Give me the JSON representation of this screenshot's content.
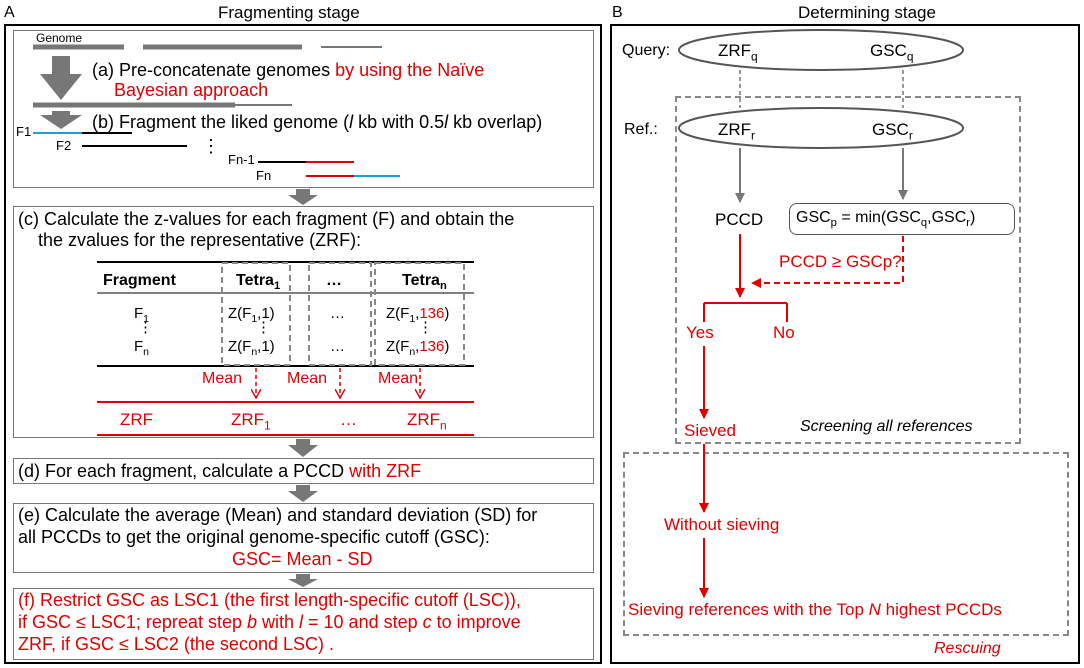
{
  "panel_a": {
    "letter": "A",
    "title": "Fragmenting stage",
    "genome_label": "Genome",
    "step_a_prefix": "(a) Pre-concatenate genomes",
    "step_a_red_1": " by using the Naïve",
    "step_a_red_2": "Bayesian approach",
    "step_b_text_1": "(b) Fragment the liked genome (",
    "step_b_l1": "l",
    "step_b_text_2": " kb with 0.5",
    "step_b_l2": "l",
    "step_b_text_3": " kb overlap)",
    "frag_labels": [
      "F1",
      "F2",
      "Fn-1",
      "Fn"
    ],
    "vdots": "⋮",
    "step_c_line1": "(c) Calculate the z-values for each fragment (F) and obtain the",
    "step_c_line2": "the zvalues for the representative (ZRF):",
    "table": {
      "header_fragment": "Fragment",
      "header_tetra1": "Tetra",
      "header_tetra1_sub": "1",
      "header_dots": "…",
      "header_tetran": "Tetra",
      "header_tetran_sub": "n",
      "row1_frag": "F",
      "row1_frag_sub": "1",
      "row2_frag": "F",
      "row2_frag_sub": "n",
      "z_open": "Z(F",
      "z_sub1": "1",
      "z_subn": "n",
      "z_one": ",1)",
      "z_red_136": "136",
      "z_close": ")",
      "z_comma": ",",
      "dots": "…",
      "mean_label": "Mean",
      "zrf_row": [
        "ZRF",
        "ZRF",
        "…",
        "ZRF"
      ],
      "zrf_sub_1": "1",
      "zrf_sub_n": "n"
    },
    "step_d_prefix": "(d) For each fragment, calculate a  PCCD",
    "step_d_red": " with ZRF",
    "step_e_line1": "(e) Calculate the average (Mean) and standard deviation (SD) for",
    "step_e_line2": "all PCCDs to get the original genome-specific cutoff (GSC):",
    "step_e_formula": "GSC= Mean - SD",
    "step_f_line1": "(f) Restrict GSC as LSC1 (the first length-specific cutoff (LSC)),",
    "step_f_line2a": "if GSC  ≤  LSC1; repreat step ",
    "step_f_b": "b",
    "step_f_line2b": " with ",
    "step_f_l": "l",
    "step_f_line2c": "  = 10 and step ",
    "step_f_c": "c",
    "step_f_line2d": " to improve",
    "step_f_line3": "ZRF, if GSC  ≤  LSC2 (the second LSC) ."
  },
  "panel_b": {
    "letter": "B",
    "title": "Determining stage",
    "query_label": "Query:",
    "ref_label": "Ref.:",
    "zrf_q": "ZRF",
    "zrf_q_sub": "q",
    "gsc_q": "GSC",
    "gsc_q_sub": "q",
    "zrf_r": "ZRF",
    "zrf_r_sub": "r",
    "gsc_r": "GSC",
    "gsc_r_sub": "r",
    "pccd": "PCCD",
    "gscp_formula_a": "GSC",
    "gscp_formula_p": "p",
    "gscp_formula_b": " = min(GSC",
    "gscp_formula_q": "q",
    "gscp_formula_c": ",GSC",
    "gscp_formula_r": "r",
    "gscp_formula_d": ")",
    "condition": "PCCD ≥ GSCp?",
    "yes": "Yes",
    "no": "No",
    "sieved": "Sieved",
    "screening_label": "Screening all references",
    "without_sieving": "Without sieving",
    "sieving_top_a": "Sieving references with the Top ",
    "sieving_top_n": "N",
    "sieving_top_b": " highest PCCDs",
    "rescuing_label": "Rescuing"
  },
  "colors": {
    "red": "#e00000",
    "blue": "#1ca0e0",
    "grey_arrow": "#777777",
    "dashed": "#888888"
  }
}
